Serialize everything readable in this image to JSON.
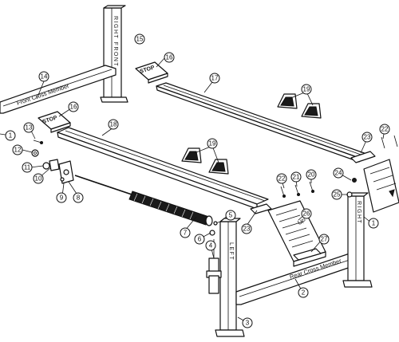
{
  "labels": {
    "right_front": "RIGHT FRONT",
    "front_cross_member": "Front Cross Member",
    "rear_cross_member": "Rear Cross Member",
    "left": "LEFT",
    "right": "RIGHT",
    "stop_1": "STOP",
    "stop_2": "STOP",
    "up": "UP"
  },
  "callouts": {
    "c1a": "1",
    "c1b": "1",
    "c2": "2",
    "c3": "3",
    "c4": "4",
    "c5": "5",
    "c6": "6",
    "c7": "7",
    "c8": "8",
    "c9": "9",
    "c10": "10",
    "c11": "11",
    "c12": "12",
    "c13": "13",
    "c14": "14",
    "c15": "15",
    "c16a": "16",
    "c16b": "16",
    "c17": "17",
    "c18": "18",
    "c19a": "19",
    "c19b": "19",
    "c20": "20",
    "c21": "21",
    "c22a": "22",
    "c22b": "22",
    "c23a": "23",
    "c23b": "23",
    "c24": "24",
    "c25": "25",
    "c26": "26",
    "c27": "27"
  }
}
